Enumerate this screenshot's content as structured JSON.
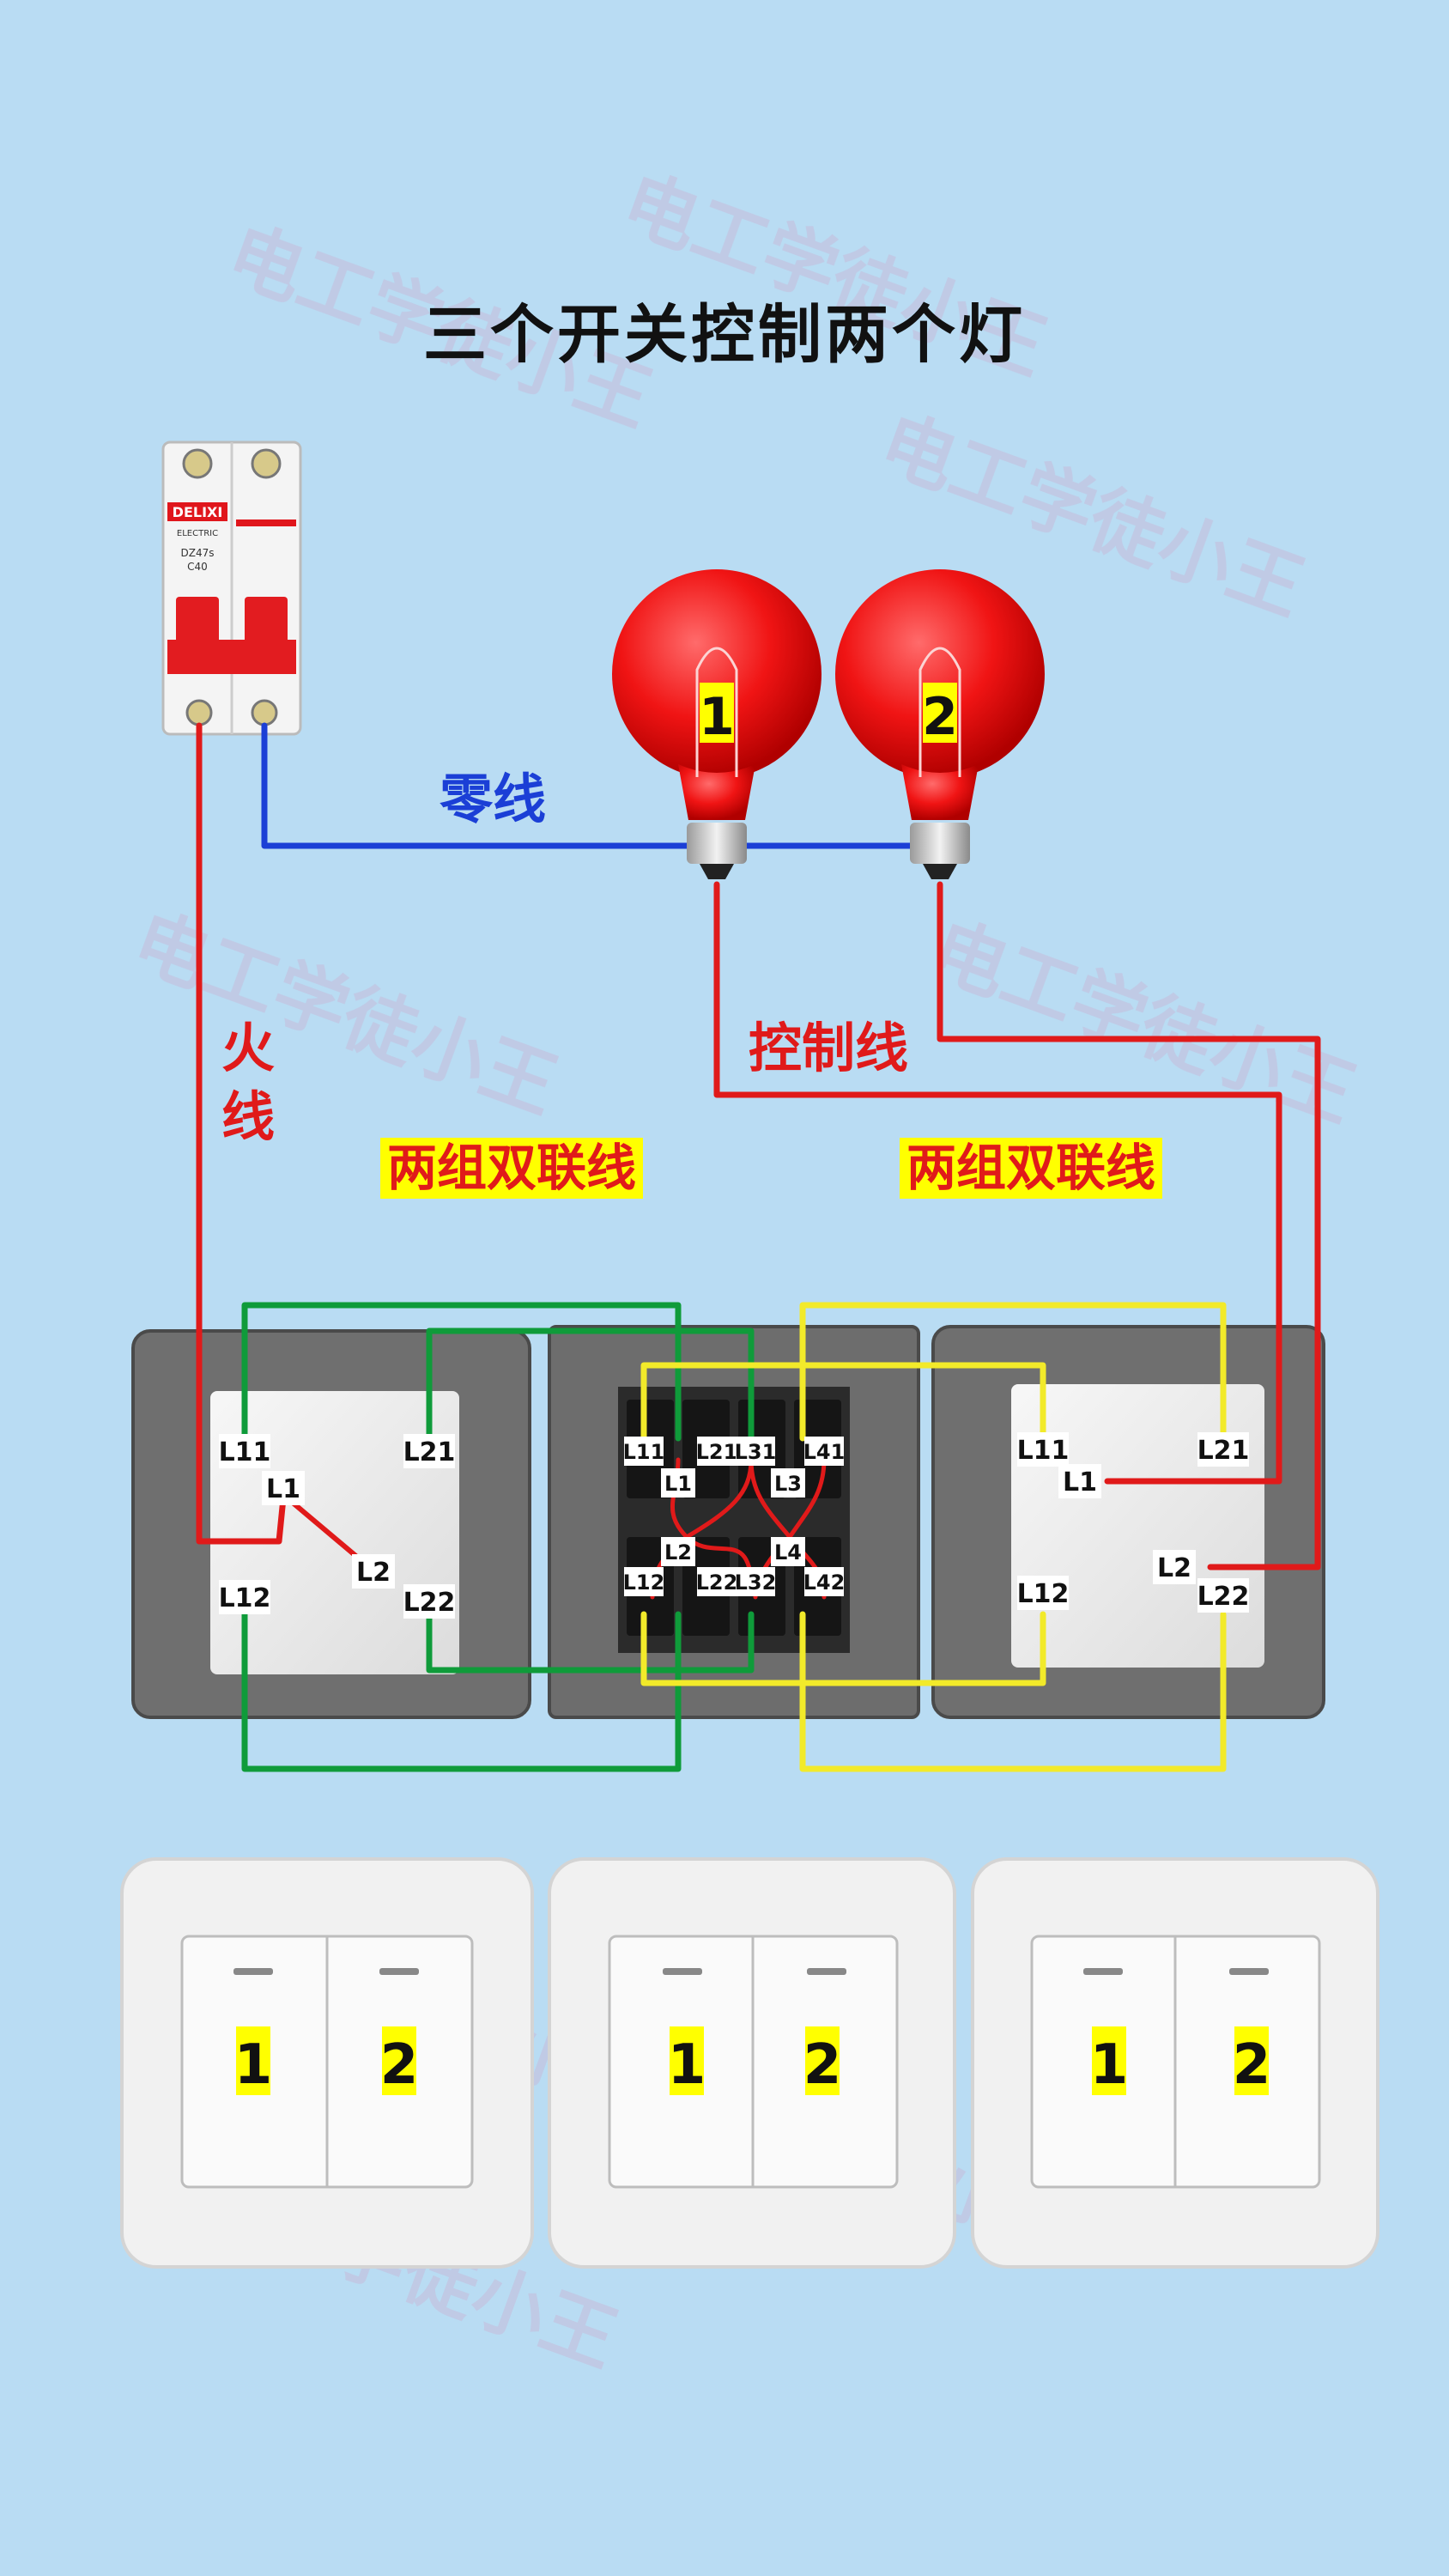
{
  "title": "三个开关控制两个灯",
  "watermark": "电工学徒小王",
  "breaker": {
    "brand": "DELIXI",
    "sub": "ELECTRIC",
    "model": "DZ47s",
    "rating": "C40"
  },
  "bulbs": [
    {
      "number": "1"
    },
    {
      "number": "2"
    }
  ],
  "wire_labels": {
    "neutral": "零线",
    "live_1": "火",
    "live_2": "线",
    "control": "控制线",
    "group_left": "两组双联线",
    "group_right": "两组双联线"
  },
  "switch_left": {
    "terminals": [
      "L11",
      "L21",
      "L1",
      "L2",
      "L12",
      "L22"
    ]
  },
  "switch_middle": {
    "terminals": [
      "L11",
      "L21",
      "L31",
      "L41",
      "L1",
      "L3",
      "L2",
      "L4",
      "L12",
      "L22",
      "L32",
      "L42"
    ]
  },
  "switch_right": {
    "terminals": [
      "L11",
      "L21",
      "L1",
      "L2",
      "L12",
      "L22"
    ]
  },
  "panels": [
    {
      "buttons": [
        "1",
        "2"
      ]
    },
    {
      "buttons": [
        "1",
        "2"
      ]
    },
    {
      "buttons": [
        "1",
        "2"
      ]
    }
  ],
  "colors": {
    "background": "#b9dcf3",
    "live": "#e01a1a",
    "neutral": "#1b3fd6",
    "group_green": "#0f9b3a",
    "group_yellow": "#f2ea2a",
    "bulb": "#f01414"
  }
}
